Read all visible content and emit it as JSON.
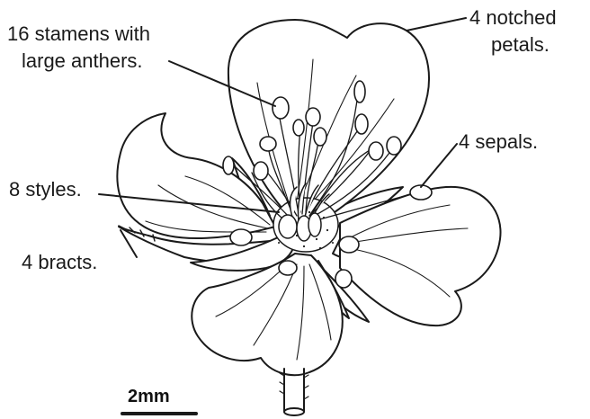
{
  "labels": {
    "stamens_line1": "16 stamens with",
    "stamens_line2": "large anthers.",
    "petals_line1": "4 notched",
    "petals_line2": "petals.",
    "sepals": "4 sepals.",
    "styles": "8 styles.",
    "bracts": "4 bracts."
  },
  "scale_bar": {
    "text": "2mm"
  },
  "colors": {
    "ink": "#1a1a1a",
    "background": "#ffffff"
  }
}
